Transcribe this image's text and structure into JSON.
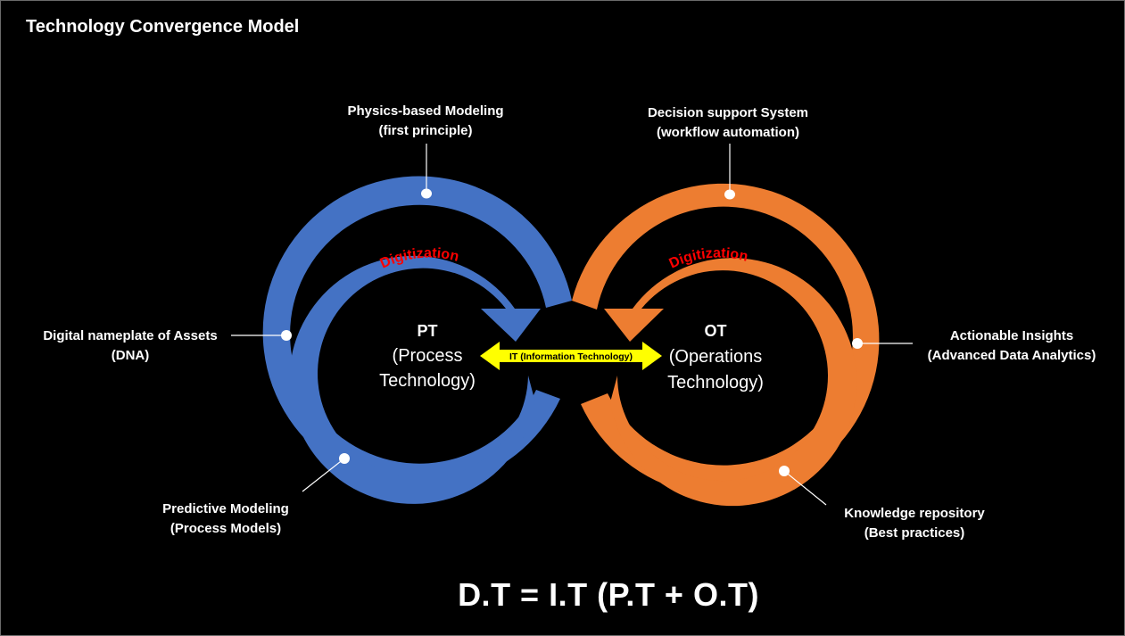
{
  "title": "Technology Convergence Model",
  "left_loop": {
    "color": "#4472c4",
    "digitization_label": "Digitization",
    "center_title": "PT",
    "center_line1": "(Process",
    "center_line2": "Technology)"
  },
  "right_loop": {
    "color": "#ed7d31",
    "digitization_label": "Digitization",
    "center_title": "OT",
    "center_line1": "(Operations",
    "center_line2": "Technology)"
  },
  "it_arrow": {
    "label": "IT (Information Technology)",
    "color": "#ffff00"
  },
  "digitization_color": "#ff0000",
  "callouts": {
    "physics": {
      "line1": "Physics-based Modeling",
      "line2": "(first principle)"
    },
    "decision": {
      "line1": "Decision support System",
      "line2": "(workflow automation)"
    },
    "dna": {
      "line1": "Digital nameplate of Assets",
      "line2": "(DNA)"
    },
    "insights": {
      "line1": "Actionable Insights",
      "line2": "(Advanced Data Analytics)"
    },
    "predictive": {
      "line1": "Predictive Modeling",
      "line2": "(Process Models)"
    },
    "knowledge": {
      "line1": "Knowledge repository",
      "line2": "(Best practices)"
    }
  },
  "formula": "D.T = I.T (P.T + O.T)"
}
